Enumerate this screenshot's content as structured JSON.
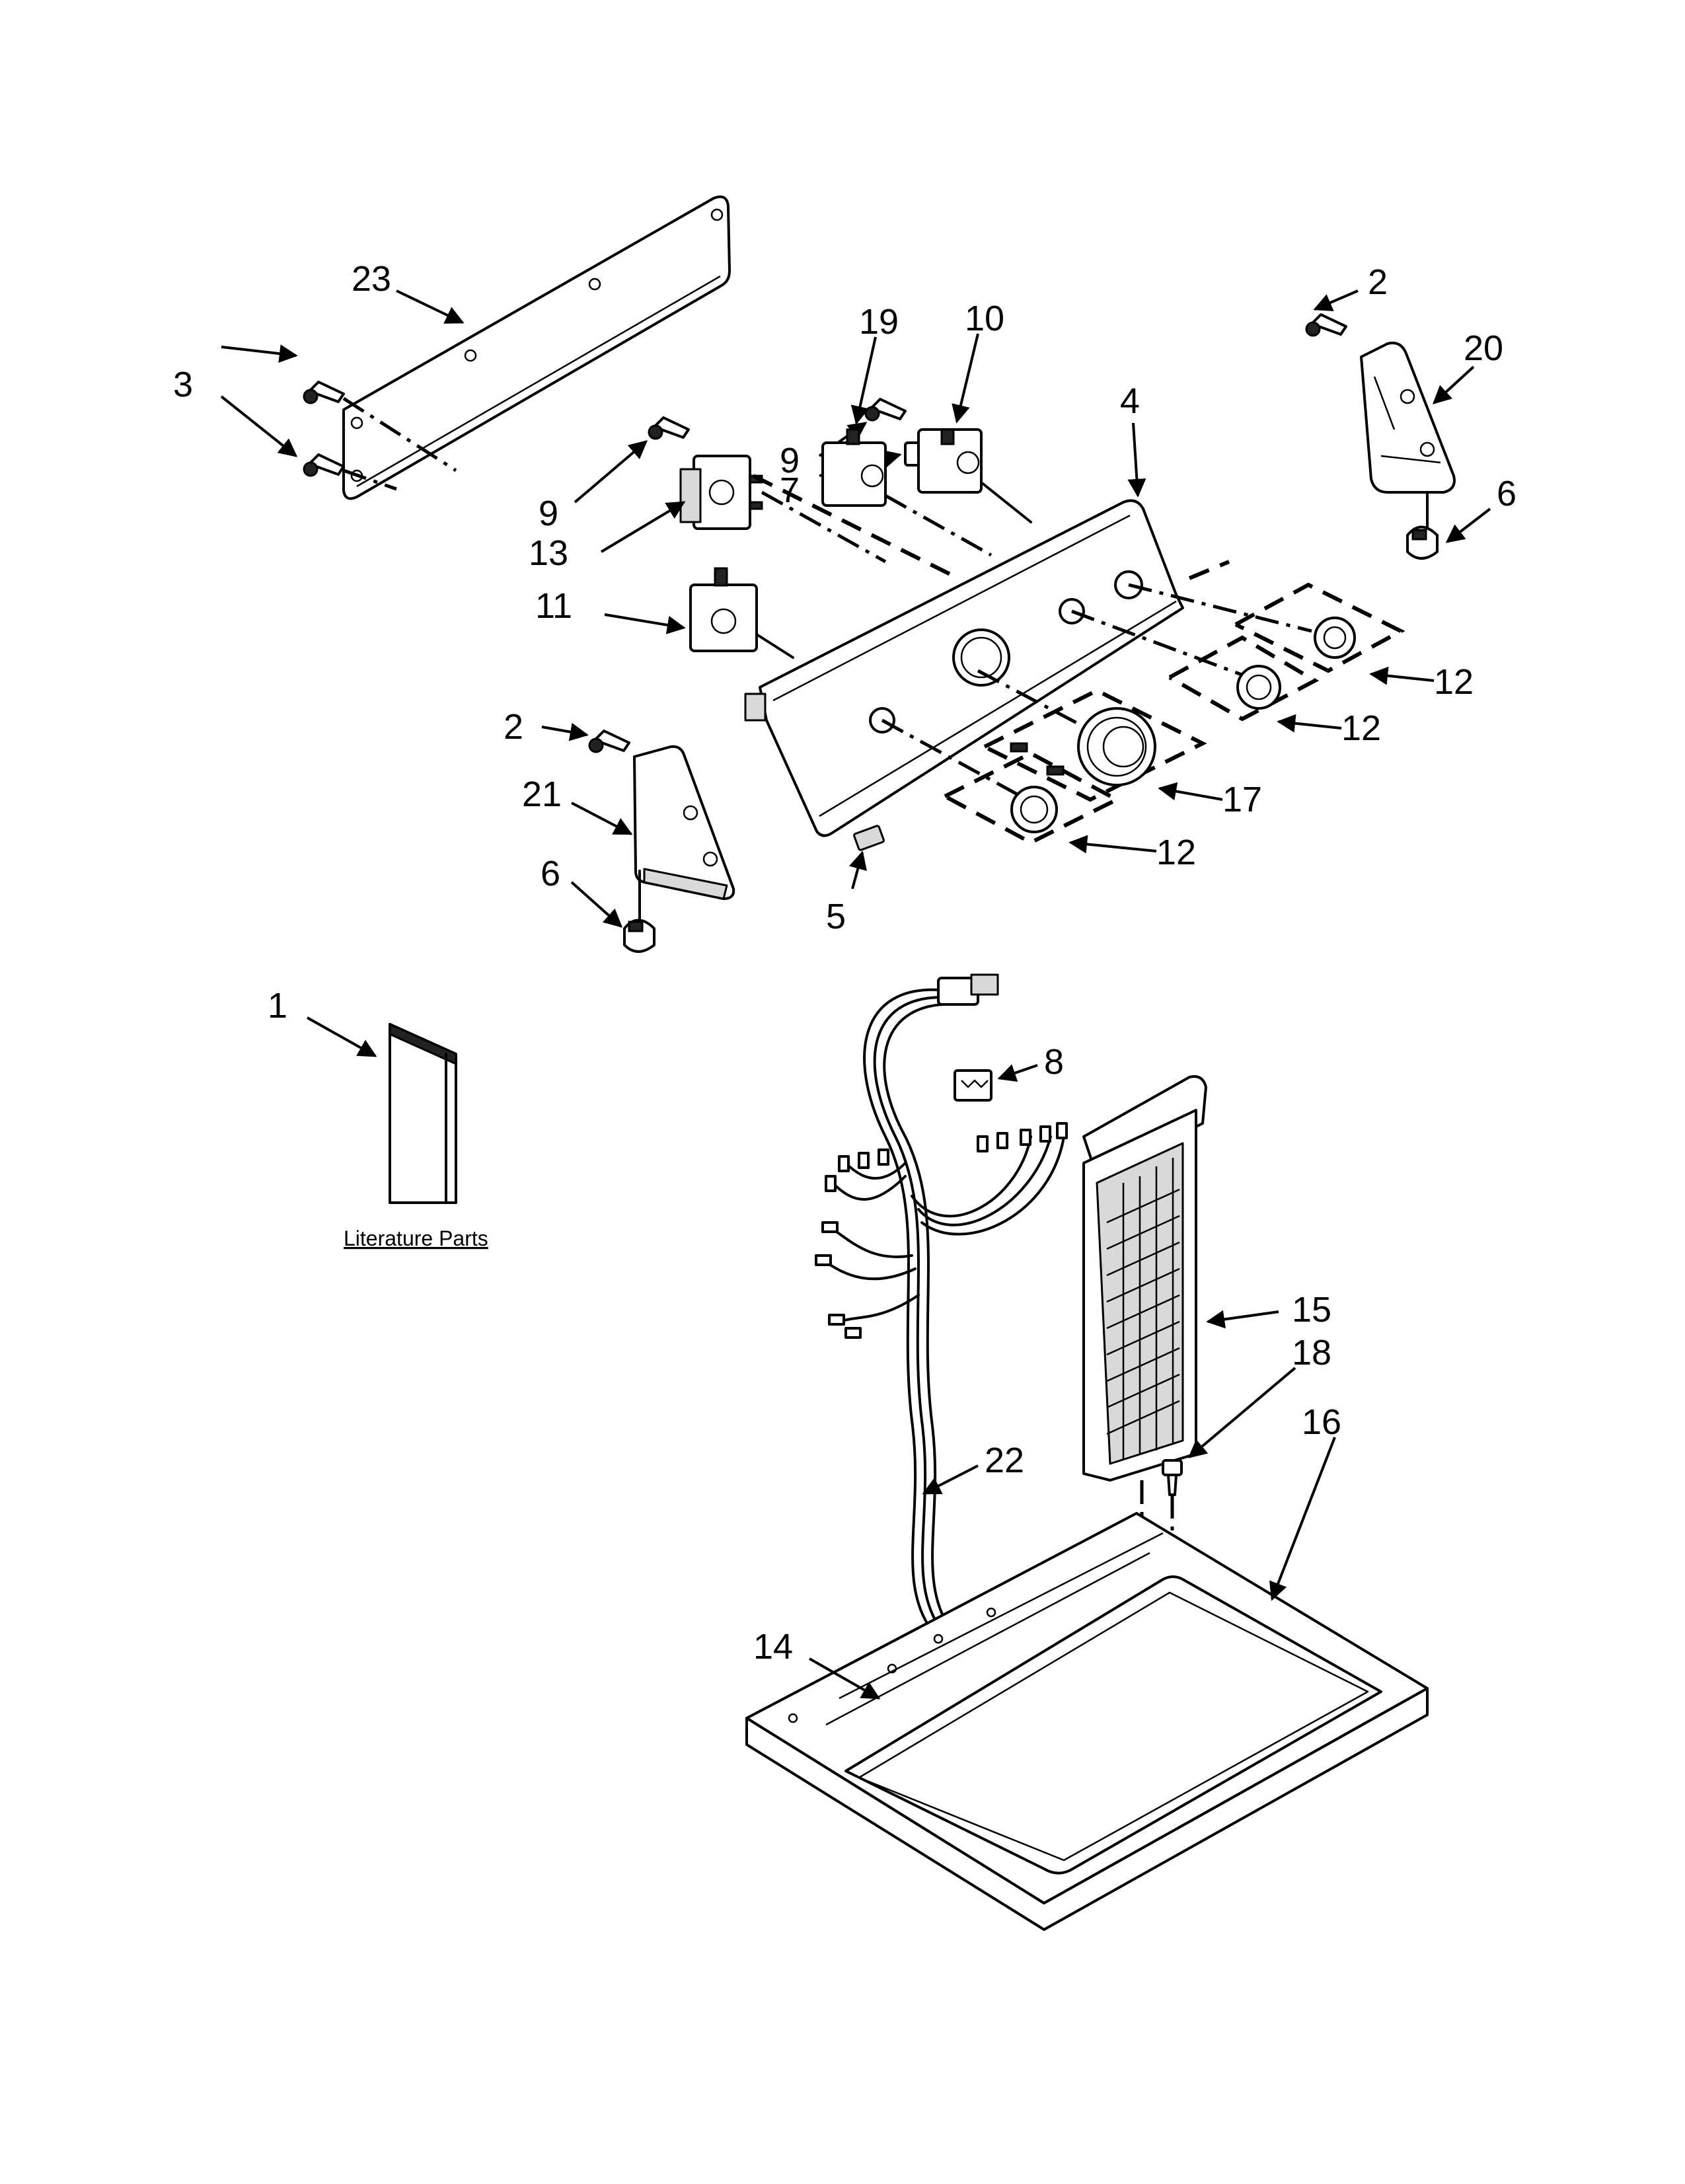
{
  "callouts": {
    "c1": "1",
    "c2a": "2",
    "c2b": "2",
    "c3": "3",
    "c4": "4",
    "c5": "5",
    "c6a": "6",
    "c6b": "6",
    "c7": "7",
    "c8": "8",
    "c9a": "9",
    "c9b": "9",
    "c10": "10",
    "c11": "11",
    "c12a": "12",
    "c12b": "12",
    "c12c": "12",
    "c13": "13",
    "c14": "14",
    "c15": "15",
    "c16": "16",
    "c17": "17",
    "c18": "18",
    "c19": "19",
    "c20": "20",
    "c21": "21",
    "c22": "22",
    "c23": "23"
  },
  "captions": {
    "literature": "Literature Parts"
  },
  "colors": {
    "ink": "#000000",
    "paper": "#ffffff",
    "shade": "#d9d9d9"
  }
}
